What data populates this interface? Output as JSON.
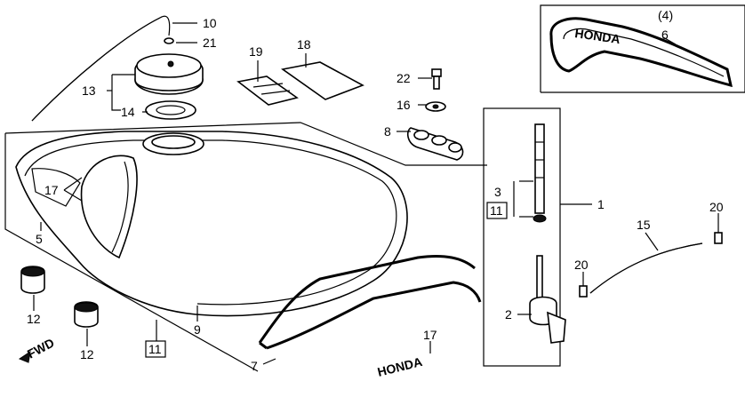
{
  "callouts": {
    "c1": "1",
    "c2": "2",
    "c3": "3",
    "c5": "5",
    "c6": "6",
    "c7": "7",
    "c8": "8",
    "c9": "9",
    "c10": "10",
    "c12a": "12",
    "c12b": "12",
    "c13": "13",
    "c14": "14",
    "c15": "15",
    "c16": "16",
    "c17a": "17",
    "c17b": "17",
    "c18": "18",
    "c19": "19",
    "c20a": "20",
    "c20b": "20",
    "c21": "21",
    "c22": "22",
    "c4": "(4)",
    "boxed11a": "11",
    "boxed11b": "11"
  },
  "decals": {
    "brand_inset": "HONDA",
    "brand_main": "HONDA"
  },
  "direction": {
    "fwd": "FWD"
  }
}
